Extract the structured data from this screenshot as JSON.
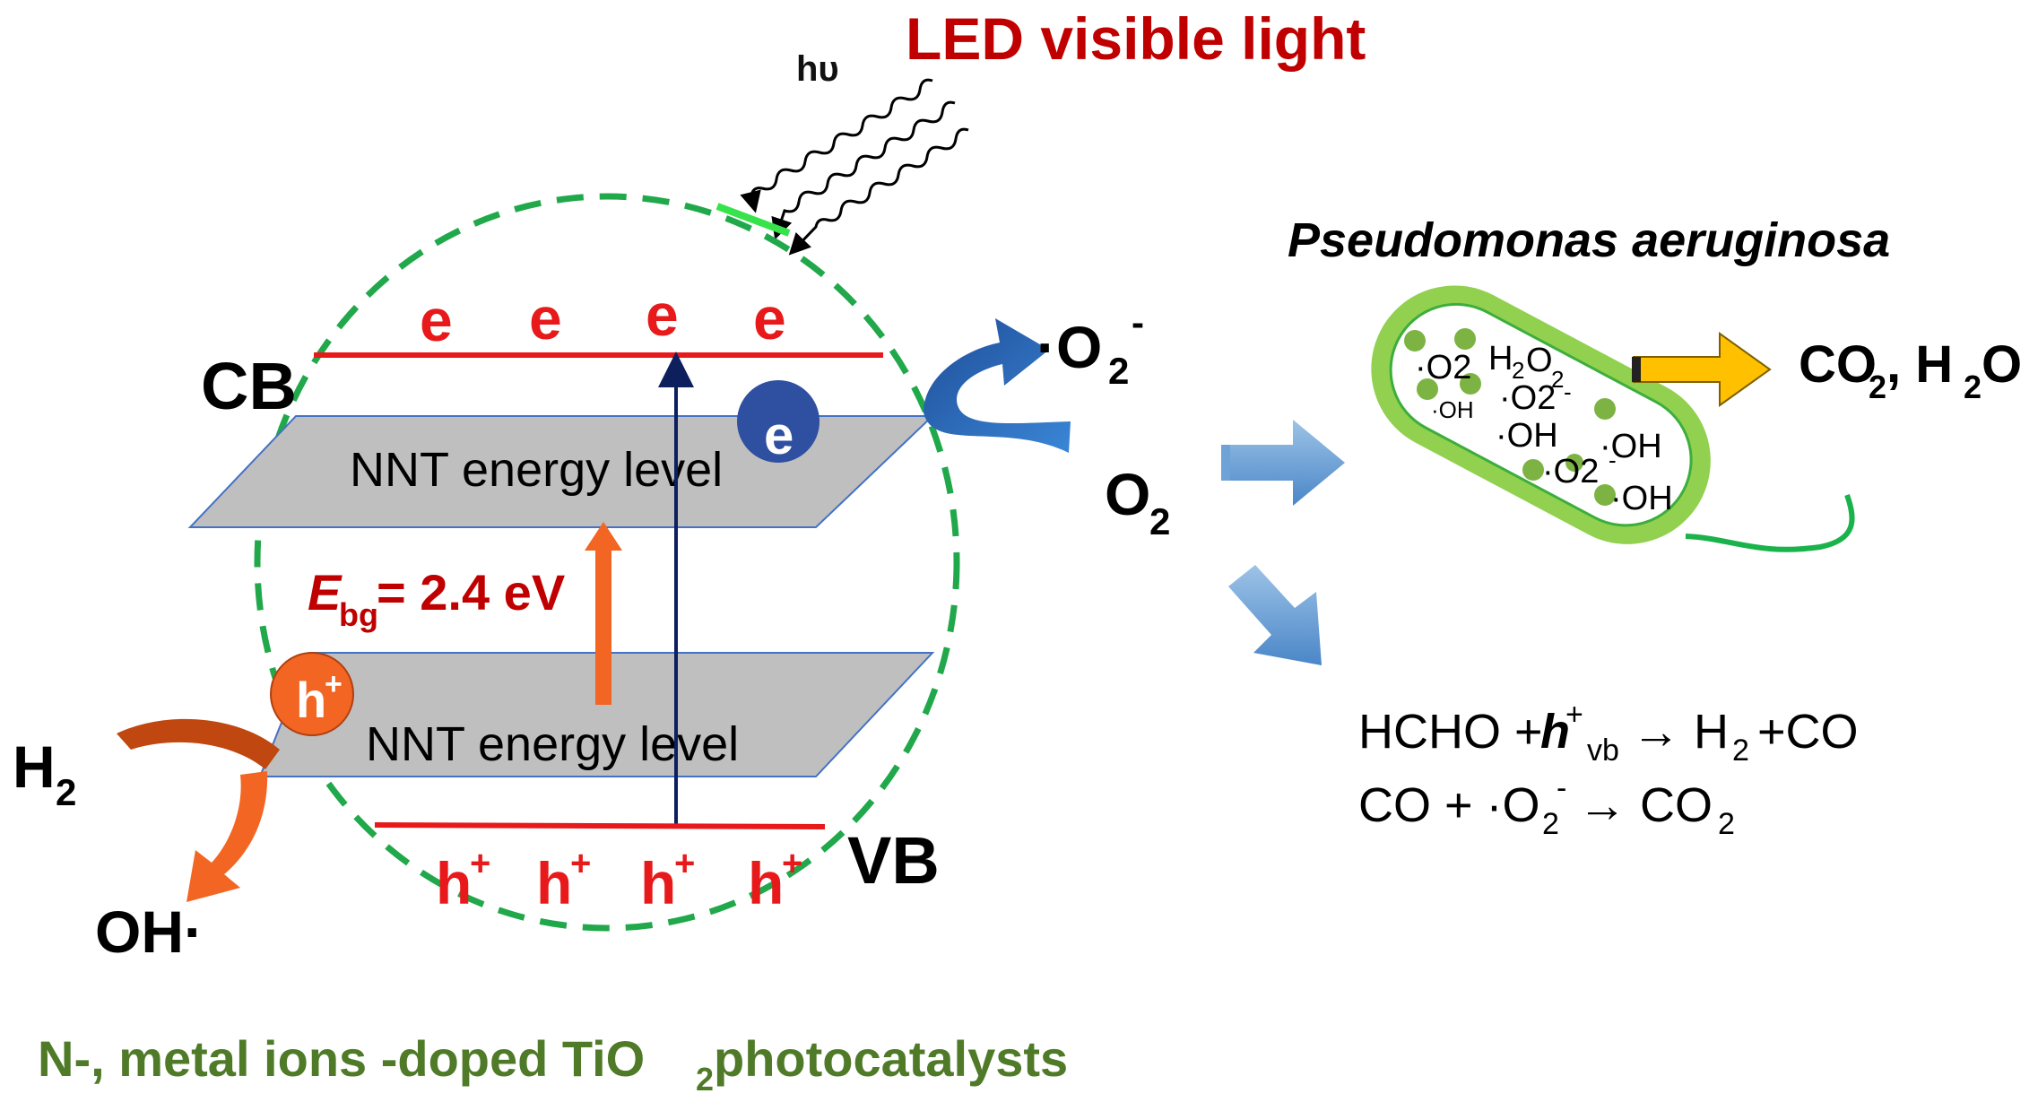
{
  "light": {
    "source_label": "LED visible light",
    "photon_label": "hυ"
  },
  "bands": {
    "cb_label": "CB",
    "vb_label": "VB",
    "electron": "e",
    "hole_base": "h",
    "hole_sup": "+",
    "upper_level_label": "NNT energy level",
    "lower_level_label": "NNT energy level"
  },
  "bandgap": {
    "symbol": "E",
    "subscript": "bg",
    "value": "= 2.4 eV"
  },
  "species": {
    "superoxide": "·O",
    "superoxide_sub": "2",
    "superoxide_sup": "-",
    "oxygen": "O",
    "oxygen_sub": "2",
    "hydrogen": "H",
    "hydrogen_sub": "2",
    "hydroxyl": "OH·"
  },
  "bacterium": {
    "name": "Pseudomonas aeruginosa",
    "inner_labels": [
      "·O2",
      "H",
      "2",
      "O",
      "2",
      "·O2",
      "-",
      "·OH",
      "·OH",
      "·O2",
      "-",
      "·OH",
      "·OH"
    ],
    "products": "CO",
    "products_sub": "2",
    "products_tail": ", H",
    "products_sub2": "2",
    "products_tail2": "O"
  },
  "reactions": {
    "r1_a": "HCHO +",
    "r1_h": "h",
    "r1_sup": "+",
    "r1_sub": "vb",
    "r1_b": "→ H",
    "r1_sub2": "2",
    "r1_c": "+CO",
    "r2_a": "CO + ·O",
    "r2_sub": "2",
    "r2_sup": "-",
    "r2_b": "→ CO",
    "r2_sub2": "2"
  },
  "caption": {
    "text_a": "N-, metal ions -doped TiO",
    "text_sub": "2",
    "text_b": " photocatalysts"
  },
  "colors": {
    "red": "#e8191a",
    "dark_red": "#c00000",
    "green_dash": "#20a84a",
    "plane_fill": "#bfbfbf",
    "blue_arrow": "#2e75b6",
    "orange": "#f26522",
    "cell_green": "#92d050",
    "caption_green": "#4f7a28"
  }
}
